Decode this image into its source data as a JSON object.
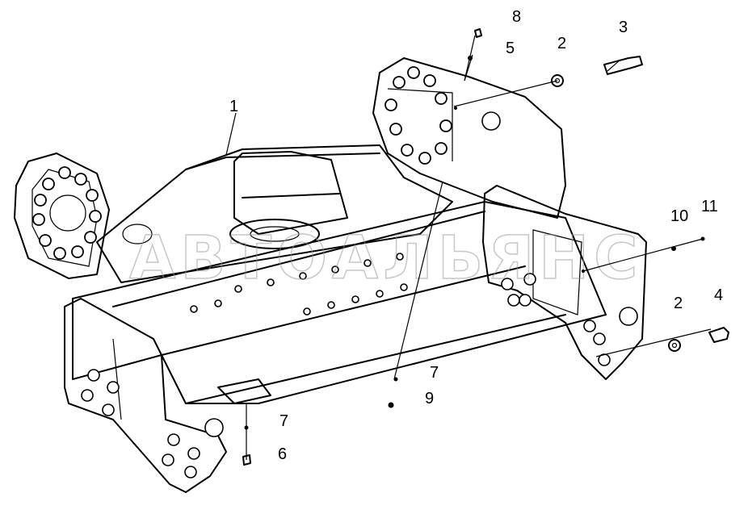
{
  "watermark": {
    "text": "АВТОАЛЬЯНС"
  },
  "callouts": {
    "c1": "1",
    "c2a": "2",
    "c2b": "2",
    "c3": "3",
    "c4": "4",
    "c5": "5",
    "c6": "6",
    "c7a": "7",
    "c7b": "7",
    "c8": "8",
    "c9": "9",
    "c10": "10",
    "c11": "11"
  }
}
